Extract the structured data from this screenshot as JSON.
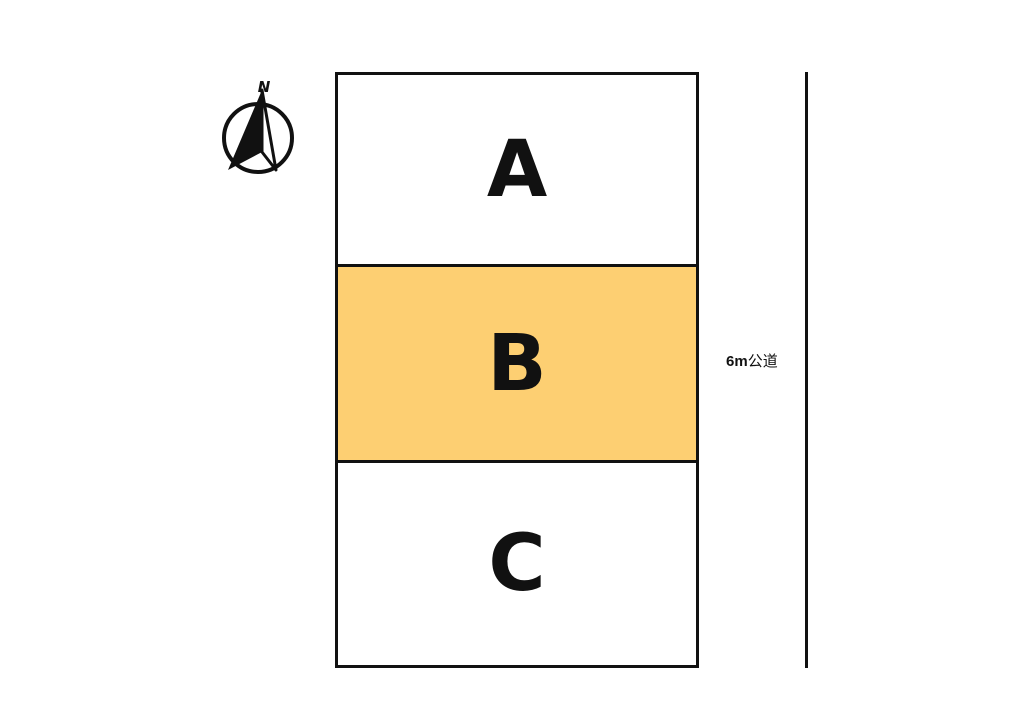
{
  "lots": [
    {
      "label": "A",
      "highlighted": false
    },
    {
      "label": "B",
      "highlighted": true
    },
    {
      "label": "C",
      "highlighted": false
    }
  ],
  "highlight_color": "#FDCF72",
  "road": {
    "width_text": "6m",
    "type_text": "公道"
  },
  "compass": {
    "north_label": "N",
    "icon": "north-arrow-icon"
  }
}
